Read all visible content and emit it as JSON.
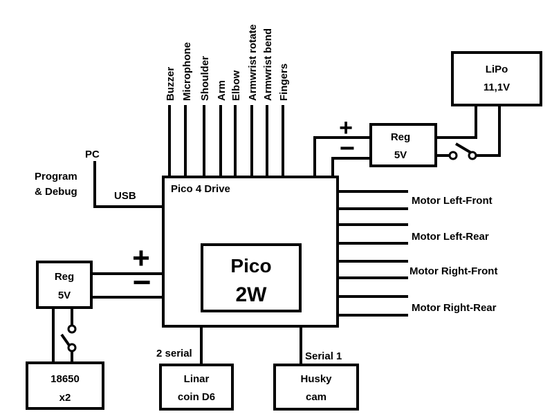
{
  "diagram": {
    "pins": [
      "Buzzer",
      "Microphone",
      "Shoulder",
      "Arm",
      "Elbow",
      "Armwrist rotate",
      "Armwrist bend",
      "Fingers"
    ],
    "main_board_label": "Pico 4 Drive",
    "pico": {
      "line1": "Pico",
      "line2": "2W"
    },
    "pc": {
      "pc": "PC",
      "program": "Program",
      "debug": "& Debug",
      "usb": "USB"
    },
    "lipo": {
      "line1": "LiPo",
      "line2": "11,1V"
    },
    "reg_top": {
      "line1": "Reg",
      "line2": "5V"
    },
    "reg_left": {
      "line1": "Reg",
      "line2": "5V"
    },
    "battery": {
      "line1": "18650",
      "line2": "x2"
    },
    "motors": [
      "Motor Left-Front",
      "Motor Left-Rear",
      "Motor Right-Front",
      "Motor Right-Rear"
    ],
    "linar": {
      "line1": "Linar",
      "line2": "coin D6",
      "port": "2 serial"
    },
    "husky": {
      "line1": "Husky",
      "line2": "cam",
      "port": "Serial 1"
    },
    "plus": "+",
    "minus": "−"
  }
}
